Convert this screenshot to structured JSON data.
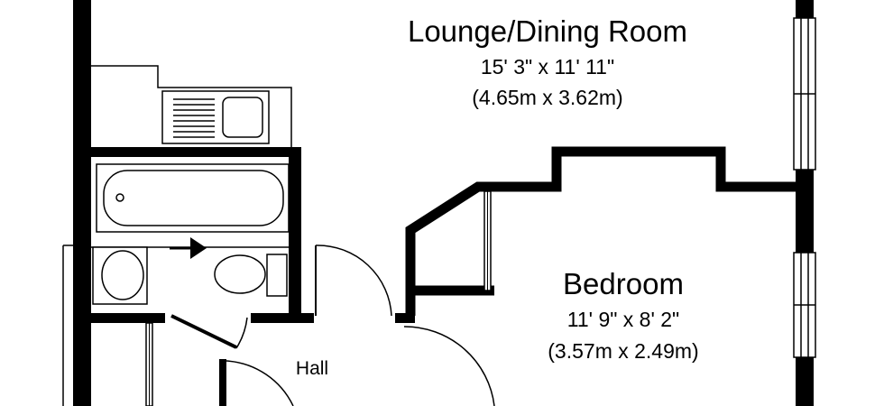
{
  "rooms": {
    "lounge": {
      "name": "Lounge/Dining Room",
      "dimensions_imperial": "15' 3\" x 11' 11\"",
      "dimensions_metric": "(4.65m x 3.62m)"
    },
    "bedroom": {
      "name": "Bedroom",
      "dimensions_imperial": "11' 9\" x 8' 2\"",
      "dimensions_metric": "(3.57m x 2.49m)"
    },
    "hall": {
      "name": "Hall"
    }
  },
  "colors": {
    "wall": "#000000",
    "background": "#ffffff",
    "fixture_outline": "#000000"
  }
}
